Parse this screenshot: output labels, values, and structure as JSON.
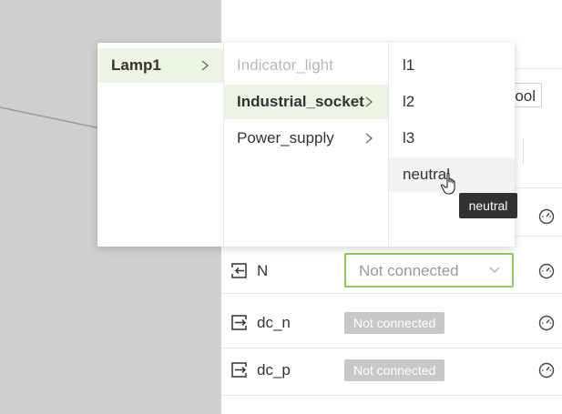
{
  "panel": {
    "tool_button_label": "ool"
  },
  "rows": [
    {
      "name": "N",
      "value": "Not connected"
    },
    {
      "name": "dc_n",
      "value": "Not connected"
    },
    {
      "name": "dc_p",
      "value": "Not connected"
    }
  ],
  "cascader": {
    "level1": [
      {
        "label": "Lamp1",
        "arrow": ">"
      }
    ],
    "level2": [
      {
        "label": "Indicator_light"
      },
      {
        "label": "Industrial_socket",
        "arrow": ">"
      },
      {
        "label": "Power_supply",
        "arrow": ">"
      }
    ],
    "level3": [
      {
        "label": "l1"
      },
      {
        "label": "l2"
      },
      {
        "label": "l3"
      },
      {
        "label": "neutral"
      }
    ]
  },
  "tooltip": {
    "text": "neutral"
  },
  "colors": {
    "active_bg": "#eef4e3",
    "select_border": "#8fcc5a",
    "badge_bg": "#c8c8c8",
    "canvas_bg": "#cfcfcf"
  },
  "icons": {
    "gauge": "gauge-icon",
    "input_port": "input-port-icon",
    "output_port": "output-port-icon",
    "chevron": "chevron-down-icon",
    "cursor": "hand-cursor-icon"
  }
}
